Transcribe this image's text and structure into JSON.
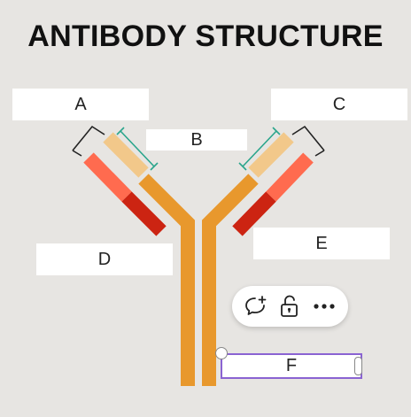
{
  "title": "ANTIBODY STRUCTURE",
  "labels": {
    "a": "A",
    "b": "B",
    "c": "C",
    "d": "D",
    "e": "E",
    "f": "F"
  },
  "colors": {
    "heavy_chain": "#e8982d",
    "light_constant": "#f2c88a",
    "light_variable": "#ff6b4f",
    "heavy_variable": "#cc2412",
    "bracket_teal": "#2aa58c",
    "bracket_black": "#222222",
    "selection": "#8a63d2"
  },
  "toolbar": {
    "icons": [
      "add-comment-icon",
      "unlock-icon",
      "more-icon"
    ]
  }
}
